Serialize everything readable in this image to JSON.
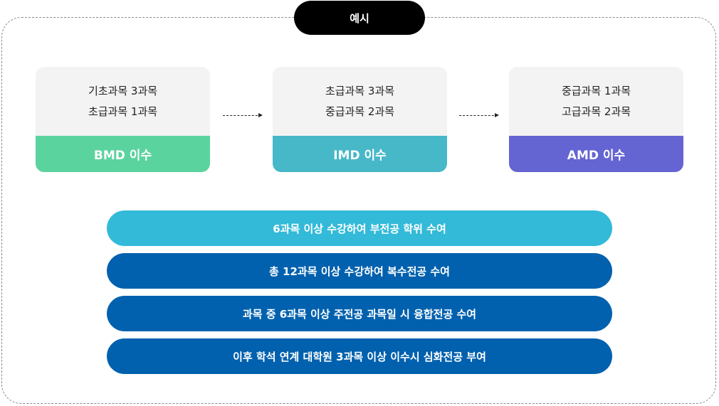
{
  "tag": {
    "label": "예시"
  },
  "colors": {
    "bmd": "#5bd39e",
    "imd": "#47b8c8",
    "amd": "#6464d2",
    "bar_light": "#33bad8",
    "bar_dark": "#0261ae"
  },
  "cards": [
    {
      "line1": "기초과목 3과목",
      "line2": "초급과목 1과목",
      "footer": "BMD 이수"
    },
    {
      "line1": "초급과목 3과목",
      "line2": "중급과목 2과목",
      "footer": "IMD 이수"
    },
    {
      "line1": "중급과목 1과목",
      "line2": "고급과목 2과목",
      "footer": "AMD 이수"
    }
  ],
  "bars": [
    {
      "label": "6과목 이상 수강하여 부전공 학위 수여"
    },
    {
      "label": "총 12과목 이상 수강하여 복수전공 수여"
    },
    {
      "label": "과목 중 6과목 이상 주전공 과목일 시 융합전공 수여"
    },
    {
      "label": "이후 학석 연계 대학원 3과목 이상 이수시 심화전공 부여"
    }
  ]
}
